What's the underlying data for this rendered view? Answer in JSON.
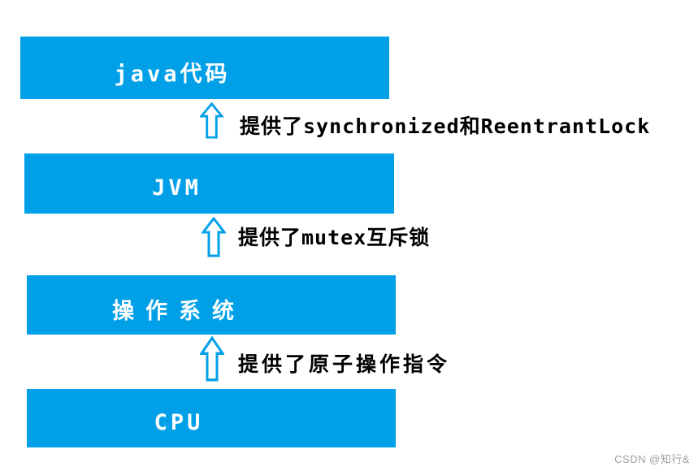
{
  "diagram": {
    "layers": [
      {
        "label": "java代码"
      },
      {
        "label": "JVM"
      },
      {
        "label": "操作系统"
      },
      {
        "label": "CPU"
      }
    ],
    "arrows": [
      {
        "from": "JVM",
        "to": "java代码",
        "annotation": "提供了synchronized和ReentrantLock"
      },
      {
        "from": "操作系统",
        "to": "JVM",
        "annotation": "提供了mutex互斥锁"
      },
      {
        "from": "CPU",
        "to": "操作系统",
        "annotation": "提供了原子操作指令"
      }
    ],
    "colors": {
      "box_fill": "#00a0e9",
      "box_text": "#ffffff",
      "arrow_stroke": "#00a0e9",
      "arrow_fill": "#ffffff",
      "annotation_text": "#000000",
      "watermark_text": "#9e9e9e",
      "background": "#ffffff"
    }
  },
  "watermark": {
    "text": "CSDN @知行&"
  }
}
